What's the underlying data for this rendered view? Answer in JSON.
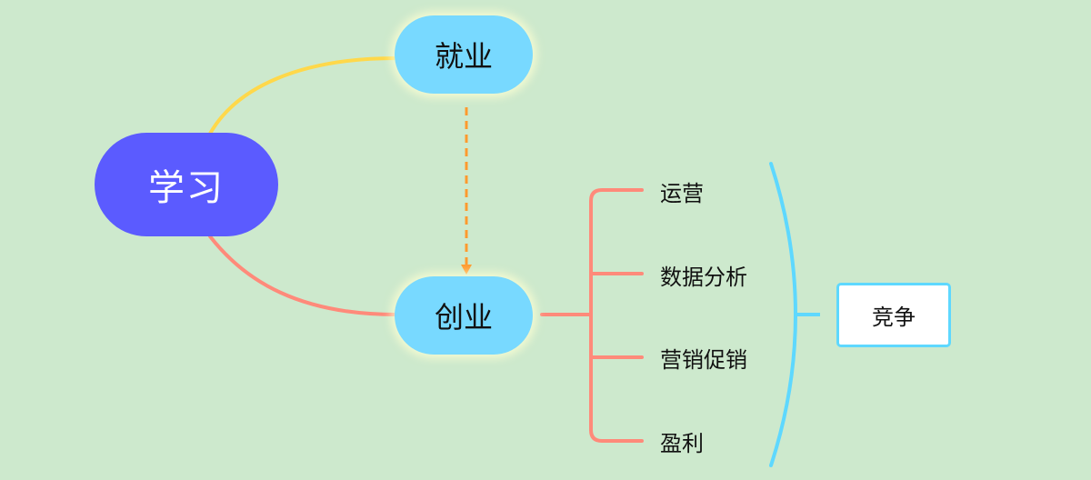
{
  "root": {
    "label": "学习"
  },
  "nodes": {
    "employment": {
      "label": "就业"
    },
    "startup": {
      "label": "创业"
    }
  },
  "startup_branches": [
    "运营",
    "数据分析",
    "营销促销",
    "盈利"
  ],
  "summary": {
    "label": "竞争"
  },
  "colors": {
    "background": "#cde9cd",
    "root_fill": "#5b5bff",
    "subtopic_fill": "#78d9ff",
    "connector_employment": "#ffd84a",
    "connector_startup": "#ff8a7a",
    "relationship_arrow": "#ff9a2e",
    "summary_brace": "#5ed8ff"
  }
}
